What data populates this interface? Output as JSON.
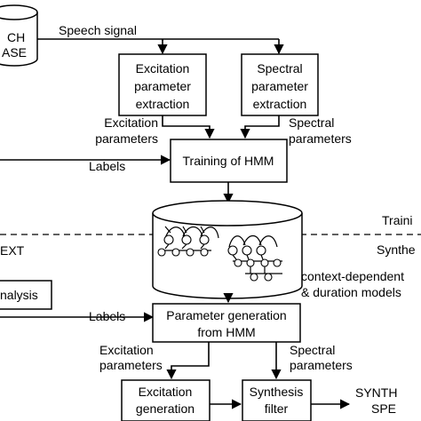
{
  "database": {
    "line1": "CH",
    "line2": "ASE"
  },
  "signals": {
    "speech_signal": "Speech signal",
    "excitation_parameters_1": "Excitation",
    "excitation_parameters_2": "parameters",
    "spectral_parameters_1": "Spectral",
    "spectral_parameters_2": "parameters",
    "labels_training": "Labels",
    "labels_synthesis": "Labels",
    "excitation_parameters_b1": "Excitation",
    "excitation_parameters_b2": "parameters",
    "spectral_parameters_b1": "Spectral",
    "spectral_parameters_b2": "parameters"
  },
  "boxes": {
    "excitation_extraction": [
      "Excitation",
      "parameter",
      "extraction"
    ],
    "spectral_extraction": [
      "Spectral",
      "parameter",
      "extraction"
    ],
    "training": "Training of HMM",
    "analysis": "nalysis",
    "parameter_generation": [
      "Parameter generation",
      "from HMM"
    ],
    "excitation_generation": [
      "Excitation",
      "generation"
    ],
    "synthesis_filter": [
      "Synthesis",
      "filter"
    ]
  },
  "parts": {
    "training": "Traini",
    "synthesis": "Synthe"
  },
  "text_input": "EXT",
  "models": {
    "line1": "context-dependent",
    "line2": "& duration models"
  },
  "output": {
    "line1": "SYNTH",
    "line2": "SPE"
  }
}
